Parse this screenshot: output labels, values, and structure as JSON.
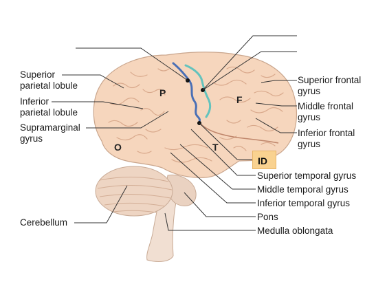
{
  "left_labels": [
    {
      "line1": "Superior",
      "line2": "parietal lobule"
    },
    {
      "line1": "Inferior",
      "line2": "parietal lobule"
    },
    {
      "line1": "Supramarginal",
      "line2": "gyrus"
    },
    {
      "line1": "Cerebellum",
      "line2": ""
    }
  ],
  "right_labels": [
    {
      "line1": "Superior frontal",
      "line2": "gyrus"
    },
    {
      "line1": "Middle frontal",
      "line2": "gyrus"
    },
    {
      "line1": "Inferior frontal",
      "line2": "gyrus"
    },
    {
      "line1": "Superior temporal gyrus",
      "line2": ""
    },
    {
      "line1": "Middle temporal gyrus",
      "line2": ""
    },
    {
      "line1": "Inferior temporal gyrus",
      "line2": ""
    },
    {
      "line1": "Pons",
      "line2": ""
    },
    {
      "line1": "Medulla oblongata",
      "line2": ""
    }
  ],
  "lobes": {
    "parietal": "P",
    "frontal": "F",
    "occipital": "O",
    "temporal": "T"
  },
  "answer_box": {
    "text": "ID",
    "color": "#f9d290"
  },
  "colors": {
    "cortex": "#f6d6bd",
    "cortex_outline": "#c9a58c",
    "sulcus": "#d9a98c",
    "cerebellum": "#eed5c3",
    "brainstem": "#f1dfd2",
    "central_sulcus_marker": "#4a6fb5",
    "precentral_marker": "#63c3bd",
    "leader_line": "#333333"
  }
}
